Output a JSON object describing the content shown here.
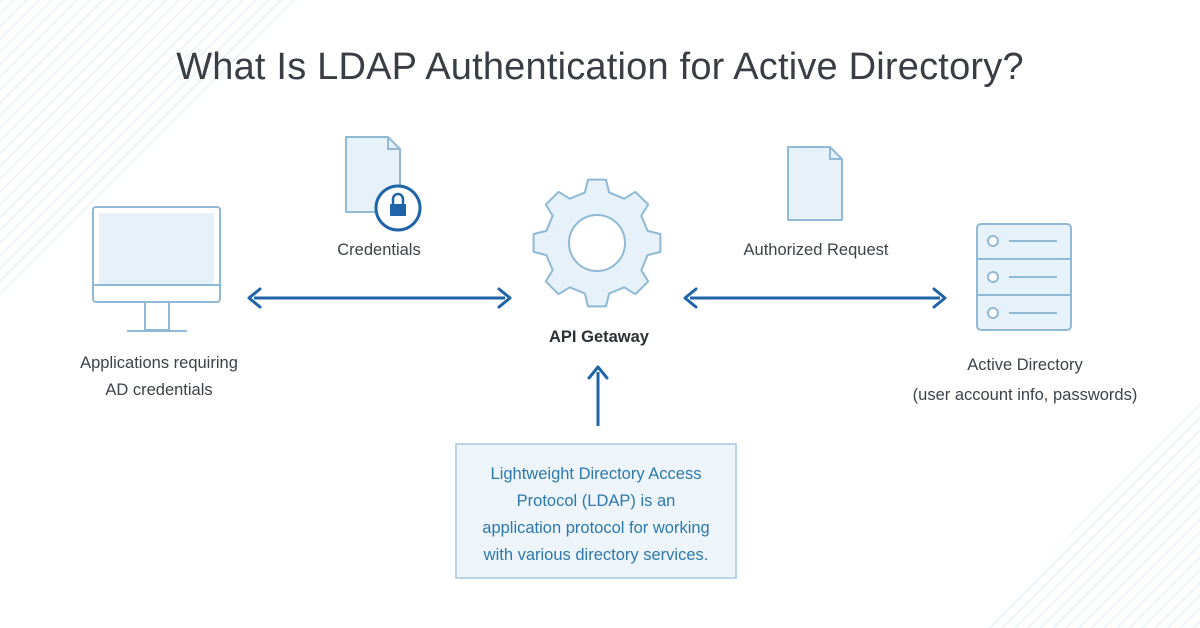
{
  "title": "What Is LDAP Authentication for Active Directory?",
  "nodes": {
    "applications": {
      "line1": "Applications requiring",
      "line2": "AD credentials"
    },
    "gateway": {
      "label": "API Getaway"
    },
    "directory": {
      "line1": "Active Directory",
      "line2": "(user account info, passwords)"
    }
  },
  "edges": {
    "credentials": "Credentials",
    "authorized": "Authorized Request"
  },
  "info": {
    "lines": [
      "Lightweight Directory Access",
      "Protocol (LDAP) is an",
      "application protocol for working",
      "with various directory services."
    ]
  },
  "colors": {
    "accent": "#1f63a8",
    "icon_stroke": "#8fb9d6",
    "icon_fill": "#e6f1f9",
    "info_text": "#2d78ad"
  },
  "icons": [
    "monitor-icon",
    "document-lock-icon",
    "gear-icon",
    "document-icon",
    "server-icon",
    "double-arrow-icon",
    "up-arrow-icon"
  ]
}
